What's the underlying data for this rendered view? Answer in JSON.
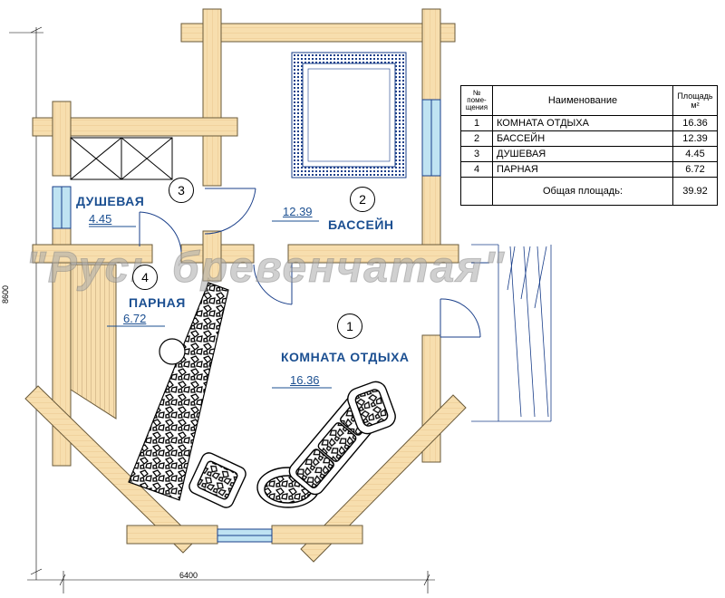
{
  "rooms": [
    {
      "num": "1",
      "name": "КОМНАТА ОТДЫХА",
      "area": "16.36"
    },
    {
      "num": "2",
      "name": "БАССЕЙН",
      "area": "12.39"
    },
    {
      "num": "3",
      "name": "ДУШЕВАЯ",
      "area": "4.45"
    },
    {
      "num": "4",
      "name": "ПАРНАЯ",
      "area": "6.72"
    }
  ],
  "dimensions": {
    "width": "6400",
    "height": "8600"
  },
  "watermark": "\"Русь бревенчатая\"",
  "table": {
    "headers": {
      "num": "№ поме-щения",
      "name": "Наименование",
      "area": "Площадь м²"
    },
    "rows": [
      {
        "num": "1",
        "name": "КОМНАТА ОТДЫХА",
        "area": "16.36"
      },
      {
        "num": "2",
        "name": "БАССЕЙН",
        "area": "12.39"
      },
      {
        "num": "3",
        "name": "ДУШЕВАЯ",
        "area": "4.45"
      },
      {
        "num": "4",
        "name": "ПАРНАЯ",
        "area": "6.72"
      }
    ],
    "total_label": "Общая площадь:",
    "total_value": "39.92"
  },
  "colors": {
    "log": "#f7deae",
    "log_stroke": "#6a5a3a",
    "label": "#1b4f91",
    "window": "#bfe3f2",
    "pool_tile": "#1a3f8a"
  }
}
